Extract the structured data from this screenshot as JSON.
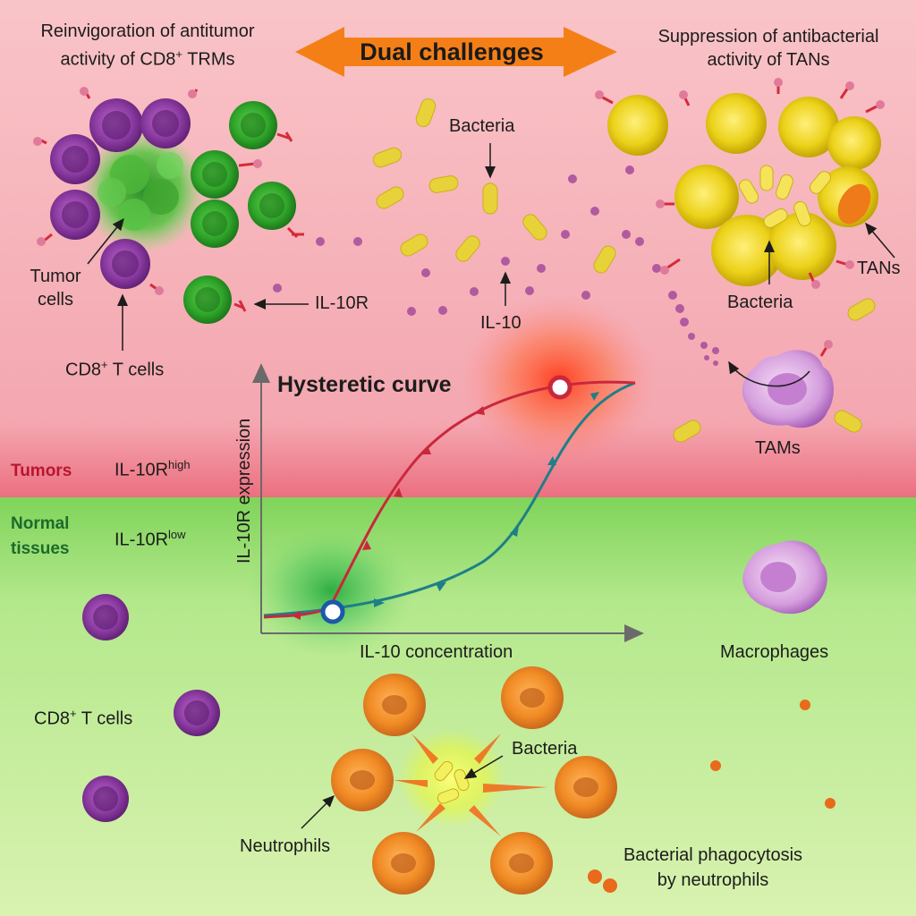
{
  "header": {
    "left_title_line1": "Reinvigoration of antitumor",
    "left_title_line2_prefix": "activity of CD8",
    "left_title_line2_sup": "+",
    "left_title_line2_suffix": " TRMs",
    "center_banner": "Dual challenges",
    "right_title_line1": "Suppression of antibacterial",
    "right_title_line2": "activity of TANs"
  },
  "tumor_zone": {
    "label_tumor_cells_line1": "Tumor",
    "label_tumor_cells_line2": "cells",
    "label_cd8_prefix": "CD8",
    "label_cd8_sup": "+",
    "label_cd8_suffix": " T cells",
    "label_il10r": "IL-10R",
    "label_il10": "IL-10",
    "label_bacteria_top": "Bacteria",
    "label_bacteria_right": "Bacteria",
    "label_tans": "TANs",
    "label_tams": "TAMs"
  },
  "side_labels": {
    "tumors": "Tumors",
    "il10r_high_base": "IL-10R",
    "il10r_high_sup": "high",
    "normal_line1": "Normal",
    "normal_line2": "tissues",
    "il10r_low_base": "IL-10R",
    "il10r_low_sup": "low"
  },
  "graph": {
    "title": "Hysteretic curve",
    "xlabel": "IL-10 concentration",
    "ylabel": "IL-10R expression"
  },
  "normal_zone": {
    "label_cd8_prefix": "CD8",
    "label_cd8_sup": "+",
    "label_cd8_suffix": " T cells",
    "label_macrophages": "Macrophages",
    "label_bacteria": "Bacteria",
    "label_neutrophils": "Neutrophils",
    "label_phago_line1": "Bacterial phagocytosis",
    "label_phago_line2": "by neutrophils"
  },
  "colors": {
    "tumor_bg": "#f4a7b0",
    "normal_bg": "#a8e07e",
    "banner": "#f57f17",
    "curve_up": "#1f7f86",
    "curve_down": "#c9283c",
    "cd8_purple": "#7a2f8f",
    "tumor_green": "#3cad2a",
    "bacteria_yellow": "#e8d23a",
    "neutrophil_orange": "#f08a24",
    "tan_yellow": "#e5c400",
    "il10_dot": "#a1508f"
  }
}
